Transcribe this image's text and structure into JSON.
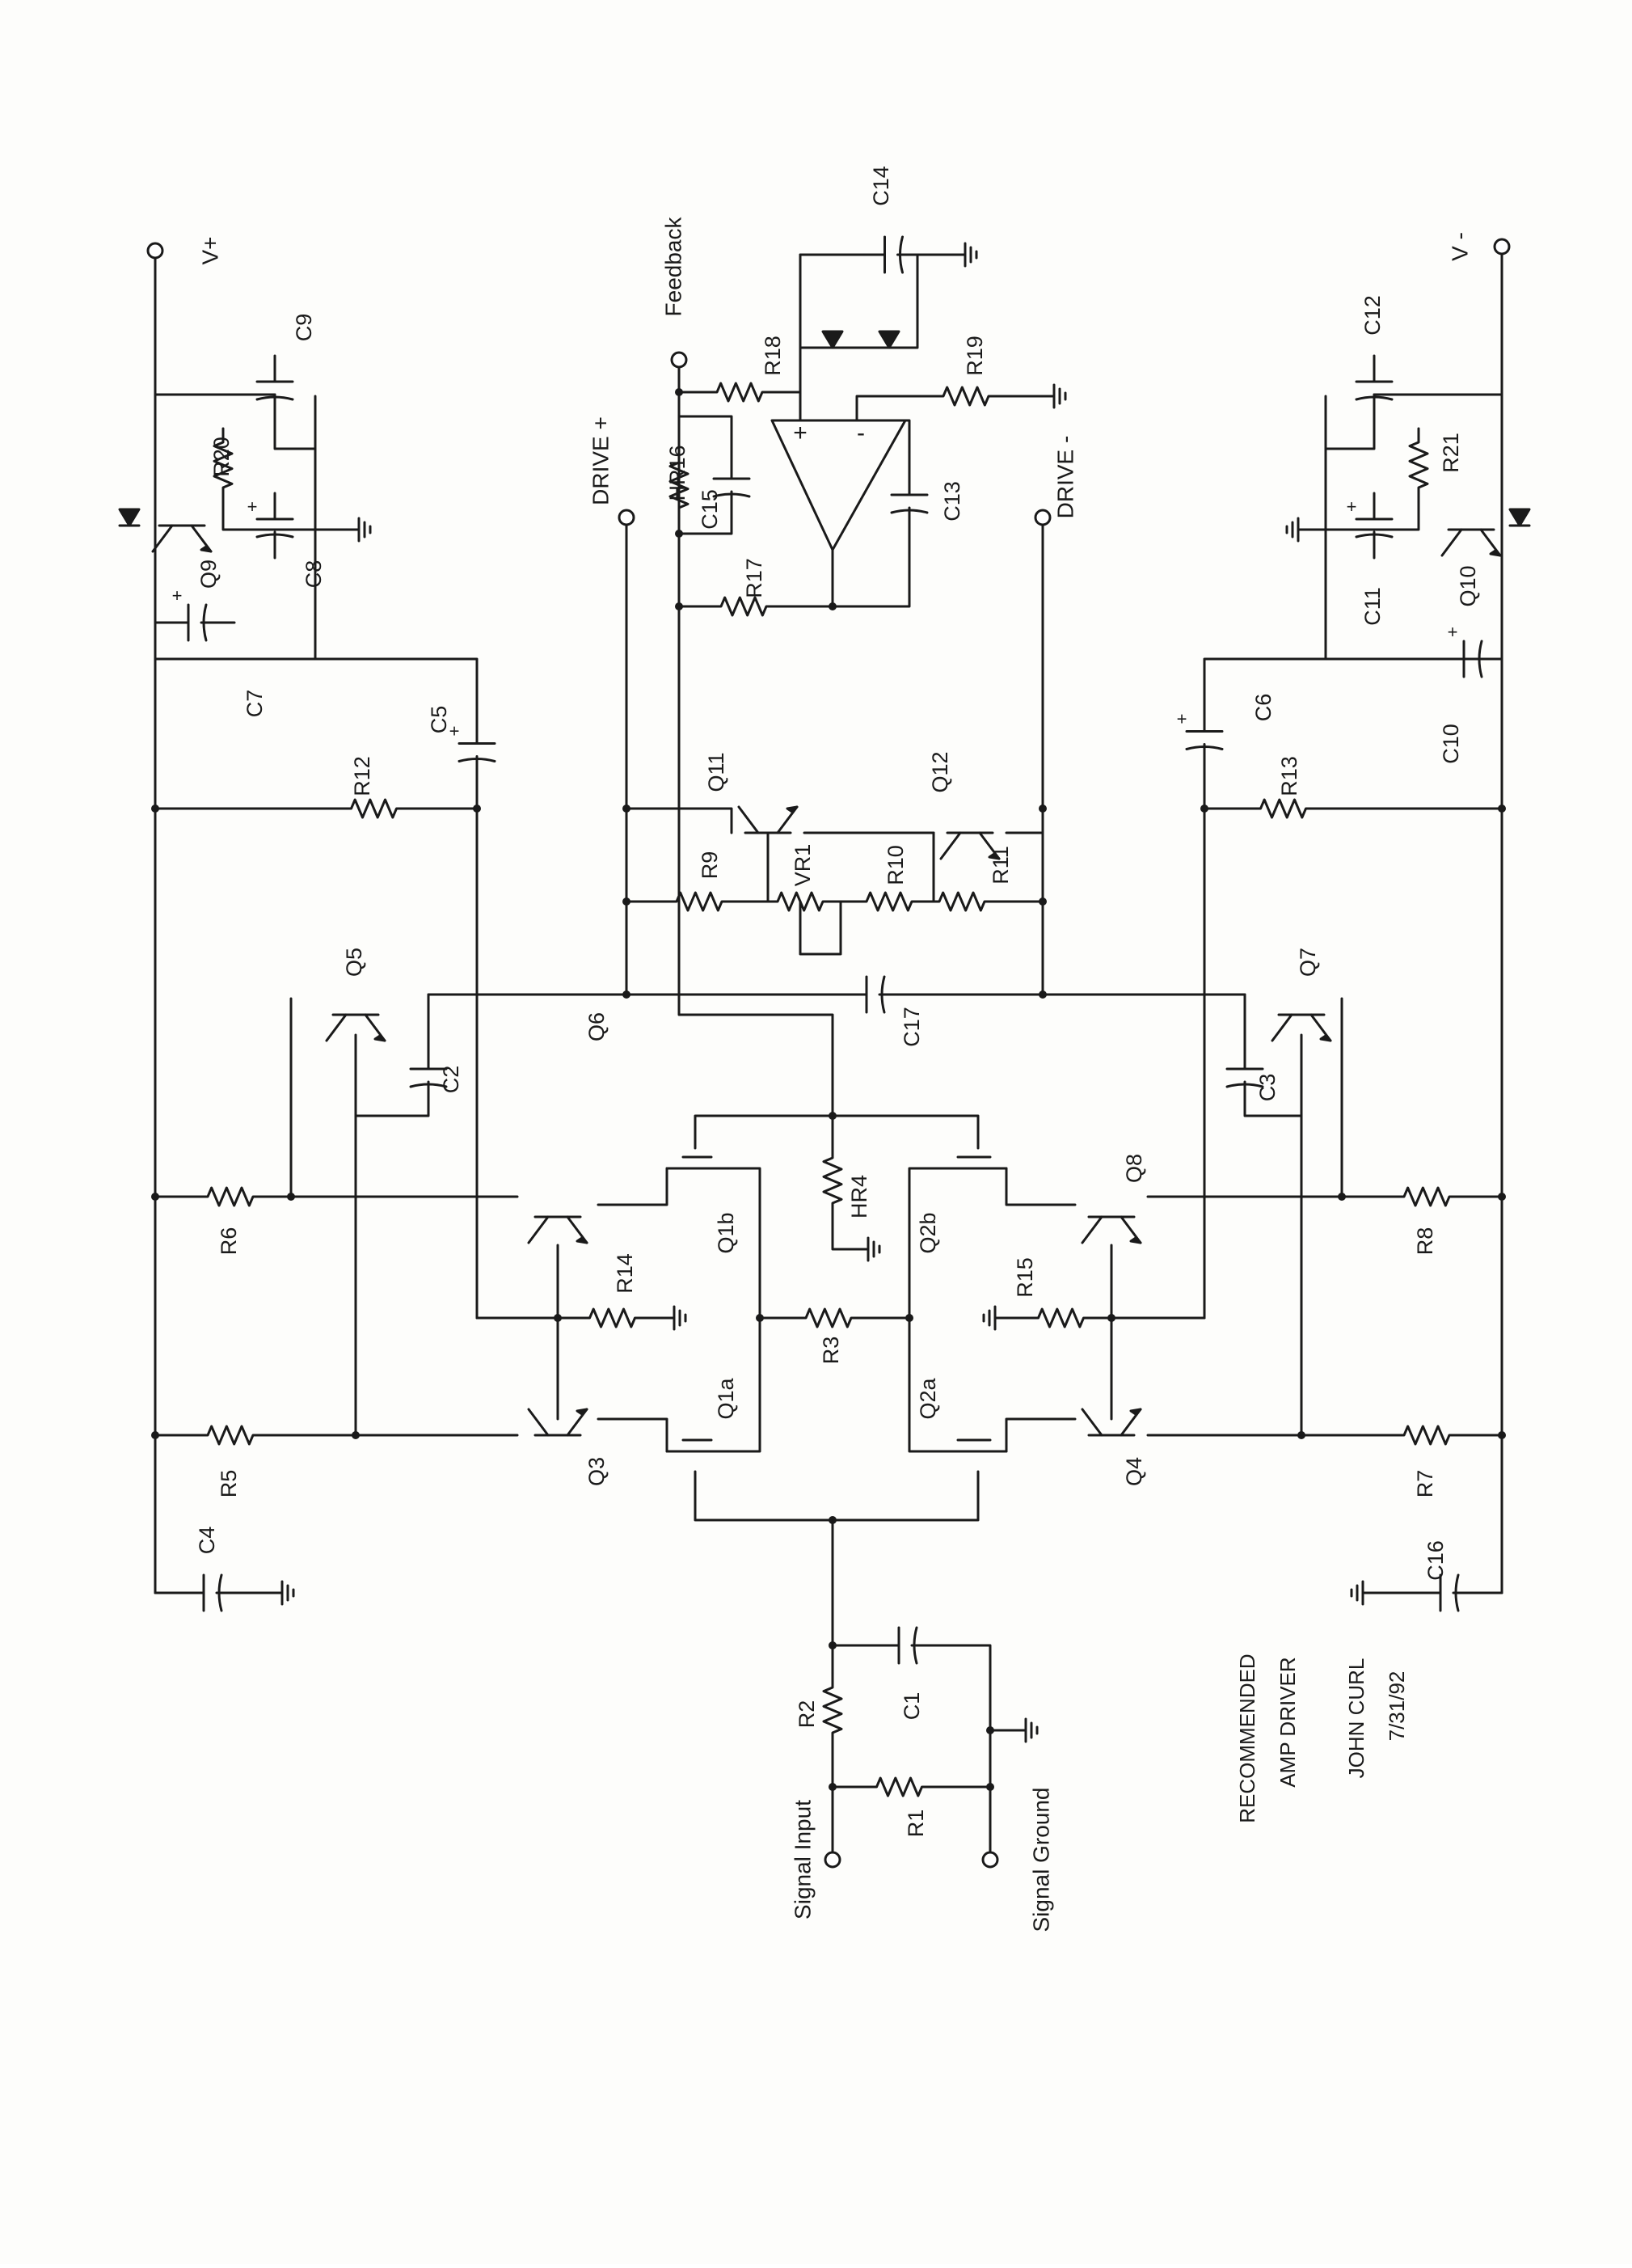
{
  "diagram": {
    "type": "schematic",
    "title_lines": [
      "RECOMMENDED",
      "AMP DRIVER"
    ],
    "author": "JOHN CURL",
    "date": "7/31/92",
    "terminals": [
      "V+",
      "V -",
      "Feedback",
      "DRIVE +",
      "DRIVE -",
      "Signal Input",
      "Signal Ground"
    ],
    "components": [
      "C14",
      "R18",
      "R19",
      "HR16",
      "C15",
      "R17",
      "C13",
      "C12",
      "R21",
      "C11",
      "Q10",
      "C10",
      "C6",
      "R13",
      "C9",
      "R20",
      "Q9",
      "C8",
      "C7",
      "C5",
      "R12",
      "Q11",
      "Q12",
      "R9",
      "VR1",
      "R10",
      "R11",
      "Q5",
      "Q6",
      "C17",
      "Q7",
      "C2",
      "C3",
      "HR4",
      "R6",
      "R14",
      "Q1b",
      "Q2b",
      "R15",
      "Q8",
      "R8",
      "R3",
      "Q3",
      "Q1a",
      "Q2a",
      "Q4",
      "R5",
      "R7",
      "C4",
      "C16",
      "R2",
      "C1",
      "R1"
    ],
    "opamp": {
      "plus": "+",
      "minus": "-"
    }
  }
}
